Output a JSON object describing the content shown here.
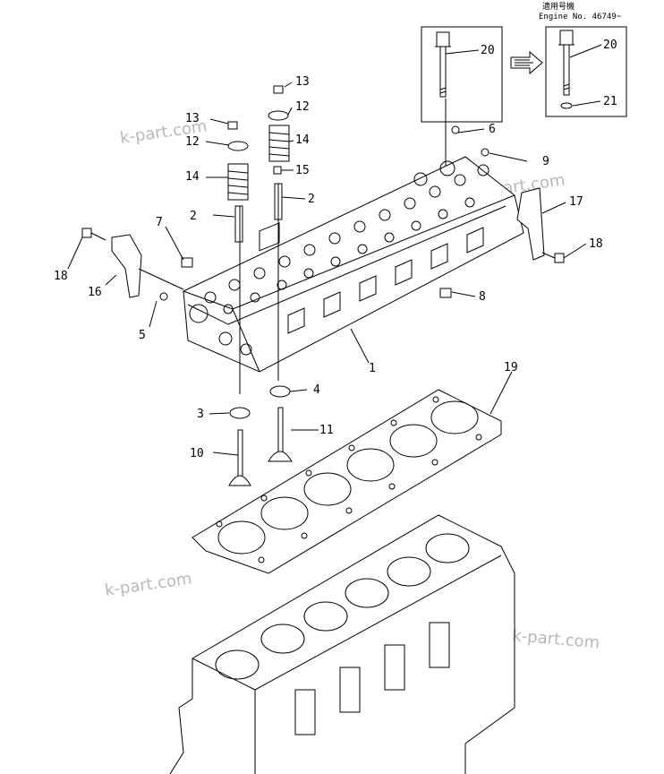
{
  "header": {
    "applicable_note": "適用号機",
    "engine_no": "Engine No. 46749~"
  },
  "watermarks": [
    "k-part.com",
    "k-part.com",
    "k-part.com",
    "k-part.com"
  ],
  "part_labels": [
    "1",
    "2",
    "2",
    "3",
    "4",
    "5",
    "6",
    "7",
    "8",
    "9",
    "10",
    "11",
    "12",
    "12",
    "13",
    "13",
    "14",
    "14",
    "15",
    "16",
    "17",
    "18",
    "18",
    "19",
    "20",
    "20",
    "21"
  ]
}
